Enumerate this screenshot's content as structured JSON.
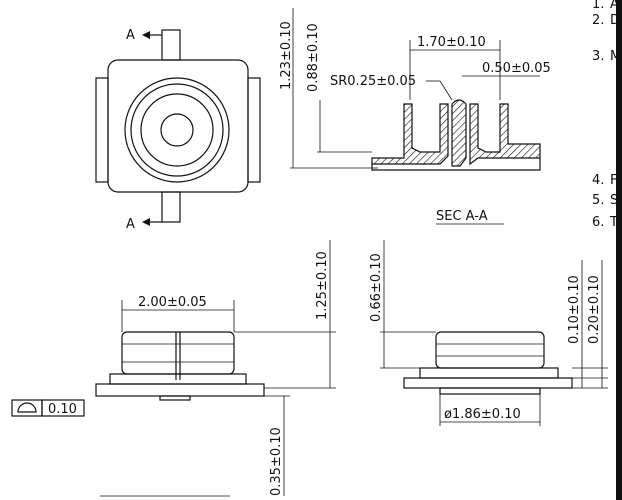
{
  "section_label": "A",
  "section_title": "SEC A-A",
  "dims": {
    "h_123": "1.23±0.10",
    "h_088": "0.88±0.10",
    "w_170": "1.70±0.10",
    "sr_025": "SR0.25±0.05",
    "w_050": "0.50±0.05",
    "w_200": "2.00±0.05",
    "h_125": "1.25±0.10",
    "h_066": "0.66±0.10",
    "h_010": "0.10±0.10",
    "h_020": "0.20±0.10",
    "d_186": "ø1.86±0.10",
    "h_035": "0.35±0.10",
    "flat_010": "0.10"
  },
  "notes": [
    {
      "num": "1.",
      "text": "A"
    },
    {
      "num": "2.",
      "text": "D"
    },
    {
      "num": "3.",
      "text": "M"
    },
    {
      "num": "4.",
      "text": "F"
    },
    {
      "num": "5.",
      "text": "S"
    },
    {
      "num": "6.",
      "text": "T"
    }
  ]
}
